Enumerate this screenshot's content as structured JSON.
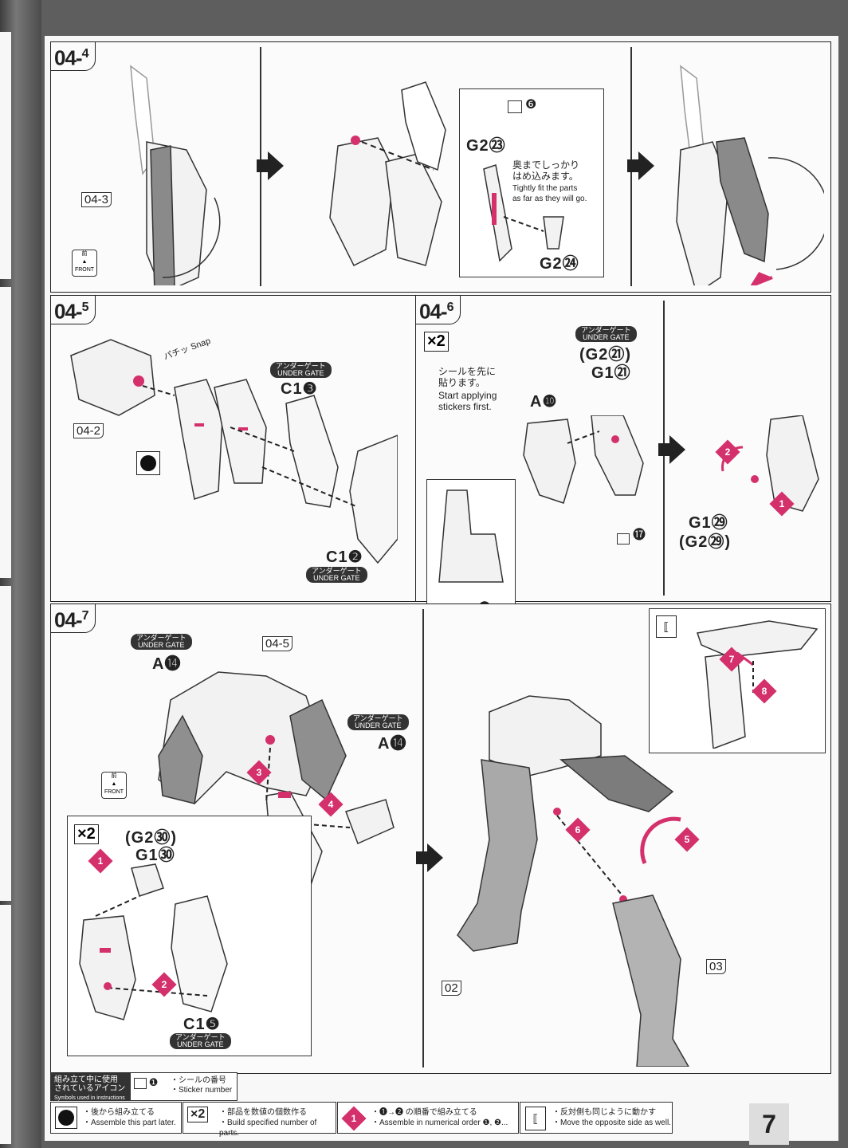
{
  "page_number": "7",
  "steps": {
    "s044": {
      "label": "04",
      "sub": "4"
    },
    "s045": {
      "label": "04",
      "sub": "5"
    },
    "s046": {
      "label": "04",
      "sub": "6"
    },
    "s047": {
      "label": "04",
      "sub": "7"
    }
  },
  "refs": {
    "r043": "04-3",
    "r042": "04-2",
    "r045": "04-5",
    "r02": "02",
    "r03": "03"
  },
  "front_icon": {
    "jp": "前",
    "en": "FRONT"
  },
  "under_gate": {
    "jp": "アンダーゲート",
    "en": "UNDER GATE"
  },
  "snap": {
    "jp": "パチッ",
    "en": "Snap"
  },
  "panel_044": {
    "part_g2_23": "G2㉓",
    "part_g2_24": "G2㉔",
    "sticker_6": "❻",
    "note_jp_1": "奥までしっかり",
    "note_jp_2": "はめ込みます。",
    "note_en_1": "Tightly fit the parts",
    "note_en_2": "as far as they will go."
  },
  "panel_045": {
    "part_c1_3": "C1❸",
    "part_c1_2": "C1❷"
  },
  "panel_046": {
    "x2": "×2",
    "note_jp_1": "シールを先に",
    "note_jp_2": "貼ります。",
    "note_en_1": "Start applying",
    "note_en_2": "stickers first.",
    "part_a10": "A❿",
    "part_g2_21": "(G2㉑)",
    "part_g1_21": "G1㉑",
    "sticker_17": "⓱",
    "sticker_15": "⓯",
    "part_g1_29": "G1㉙",
    "part_g2_29": "(G2㉙)",
    "step1": "1",
    "step2": "2"
  },
  "panel_047": {
    "part_a14a": "A⓮",
    "part_a14b": "A⓮",
    "x2": "×2",
    "part_g2_30": "(G2㉚)",
    "part_g1_30": "G1㉚",
    "part_c1_5": "C1❺",
    "steps": [
      "1",
      "2",
      "3",
      "4",
      "5",
      "6",
      "7",
      "8"
    ]
  },
  "legend": {
    "title_jp_1": "組み立て中に使用",
    "title_jp_2": "されているアイコン",
    "title_en": "Symbols used in instructions",
    "sticker_jp": "・シールの番号",
    "sticker_en": "・Sticker number",
    "later_jp": "・後から組み立てる",
    "later_en": "・Assemble this part later.",
    "multi_jp": "・部品を数値の個数作る",
    "multi_en": "・Build specified number of parts.",
    "order_jp": "・❶→❷ の順番で組み立てる",
    "order_en": "・Assemble in numerical order ❶, ❷...",
    "opp_jp": "・反対側も同じように動かす",
    "opp_en": "・Move the opposite side as well.",
    "x2": "×2",
    "sticker_num": "❶"
  },
  "colors": {
    "accent": "#d4306c",
    "ink": "#222222",
    "paper": "#f8f8f8"
  }
}
